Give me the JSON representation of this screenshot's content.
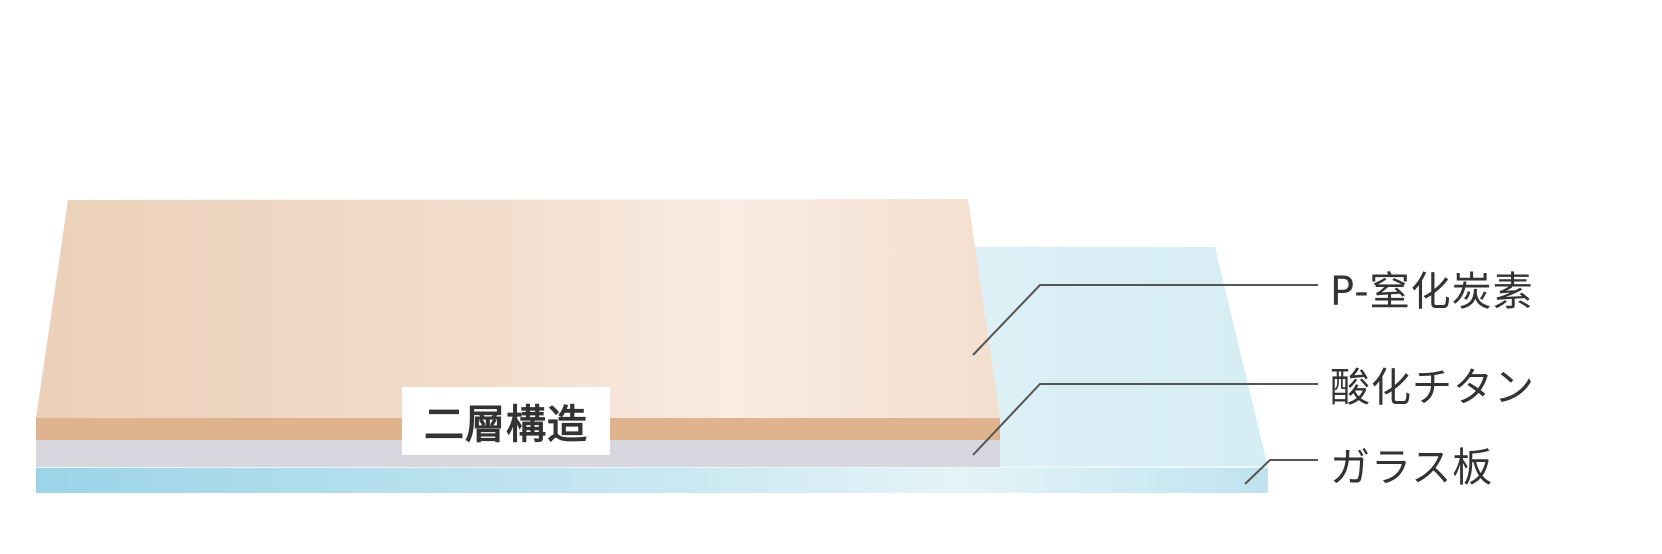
{
  "labels": {
    "p_carbon_nitride": "P-窒化炭素",
    "titanium_oxide": "酸化チタン",
    "glass_plate": "ガラス板"
  },
  "badge": {
    "two_layer": "二層構造"
  },
  "colors": {
    "carbon_nitride_top": "#f0d5c0",
    "carbon_nitride_edge": "#dfb28c",
    "titanium_oxide": "#d7d6de",
    "glass_top": "#d9eef5",
    "glass_edge": "#9fd7ea",
    "leader_line": "#555555",
    "text": "#333333"
  }
}
